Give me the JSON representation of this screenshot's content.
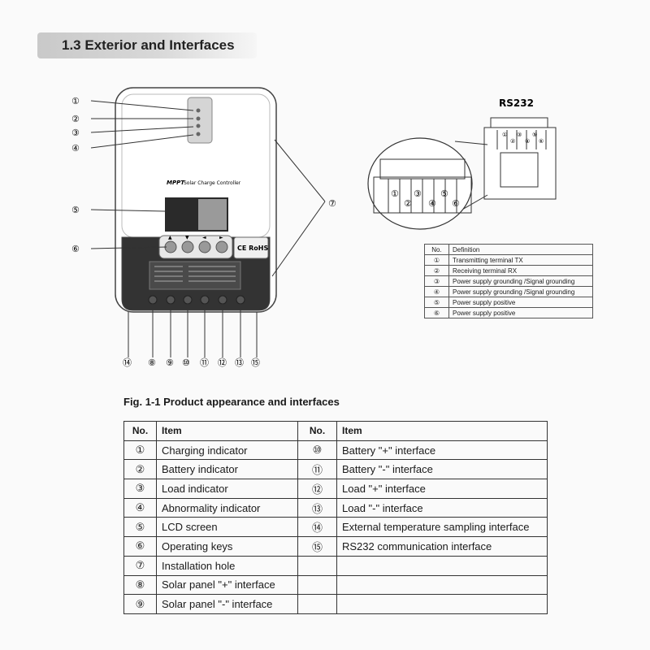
{
  "section": {
    "title": "1.3 Exterior and Interfaces"
  },
  "device": {
    "brand": "MPPT",
    "subtitle": "Solar Charge Controller",
    "keys": [
      "▲",
      "▼",
      "◄",
      "►"
    ],
    "certs": "CE RoHS"
  },
  "callouts": {
    "c1": "①",
    "c2": "②",
    "c3": "③",
    "c4": "④",
    "c5": "⑤",
    "c6": "⑥",
    "c7": "⑦",
    "c8": "⑧",
    "c9": "⑨",
    "c10": "⑩",
    "c11": "⑪",
    "c12": "⑫",
    "c13": "⑬",
    "c14": "⑭",
    "c15": "⑮"
  },
  "rs232": {
    "title": "RS232",
    "pins": [
      "①",
      "②",
      "③",
      "④",
      "⑤",
      "⑥"
    ],
    "table": {
      "headers": [
        "No.",
        "Definition"
      ],
      "rows": [
        [
          "①",
          "Transmitting terminal TX"
        ],
        [
          "②",
          "Receiving terminal RX"
        ],
        [
          "③",
          "Power supply grounding /Signal grounding"
        ],
        [
          "④",
          "Power supply grounding /Signal grounding"
        ],
        [
          "⑤",
          "Power supply positive"
        ],
        [
          "⑥",
          "Power supply positive"
        ]
      ]
    }
  },
  "figure": {
    "caption": "Fig. 1-1  Product appearance and interfaces"
  },
  "table": {
    "headers": [
      "No.",
      "Item",
      "No.",
      "Item"
    ],
    "rows": [
      [
        "①",
        "Charging indicator",
        "⑩",
        "Battery \"+\" interface"
      ],
      [
        "②",
        "Battery indicator",
        "⑪",
        "Battery \"-\" interface"
      ],
      [
        "③",
        "Load indicator",
        "⑫",
        "Load \"+\" interface"
      ],
      [
        "④",
        "Abnormality indicator",
        "⑬",
        "Load \"-\" interface"
      ],
      [
        "⑤",
        "LCD screen",
        "⑭",
        "External temperature sampling interface"
      ],
      [
        "⑥",
        "Operating keys",
        "⑮",
        "RS232 communication interface"
      ],
      [
        "⑦",
        "Installation hole",
        "",
        ""
      ],
      [
        "⑧",
        "Solar panel \"+\" interface",
        "",
        ""
      ],
      [
        "⑨",
        "Solar panel \"-\" interface",
        "",
        ""
      ]
    ]
  }
}
